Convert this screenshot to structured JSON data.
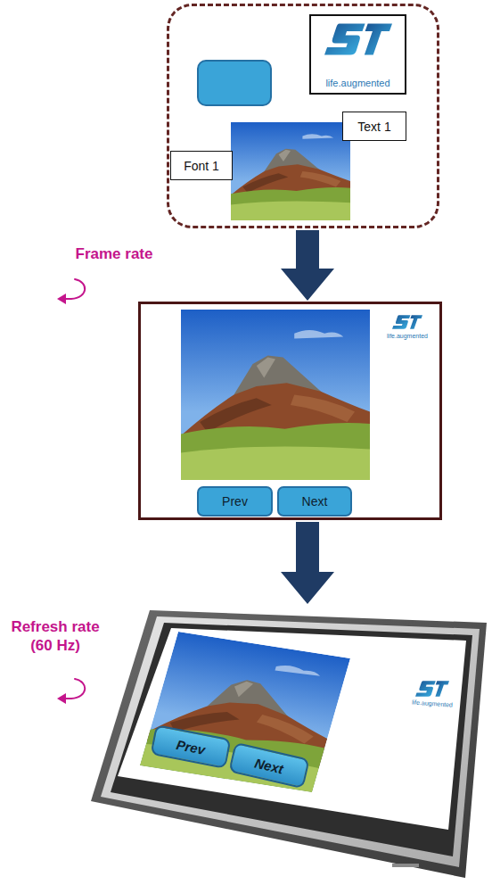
{
  "diagram": {
    "nodes": [
      {
        "text": []
      },
      {
        "text": [
          "life.augmented"
        ],
        "in": 0
      },
      {
        "text": [
          "Text 1"
        ],
        "in": 0
      },
      {
        "text": [
          "Font 1"
        ],
        "in": 0
      },
      {
        "text": []
      },
      {
        "text": [
          "Prev"
        ],
        "in": 4
      },
      {
        "text": [
          "Next"
        ],
        "in": 4
      },
      {
        "text": []
      },
      {
        "text": [
          "Prev"
        ],
        "in": 7
      },
      {
        "text": [
          "Next"
        ],
        "in": 7
      }
    ],
    "edges": [
      {
        "from": 0,
        "to": 4,
        "arrow": "to"
      },
      {
        "from": 4,
        "to": 7,
        "arrow": "to"
      }
    ],
    "labels": [
      "Frame rate",
      "Refresh rate (60 Hz)",
      "life.augmented",
      "life.augmented"
    ]
  }
}
